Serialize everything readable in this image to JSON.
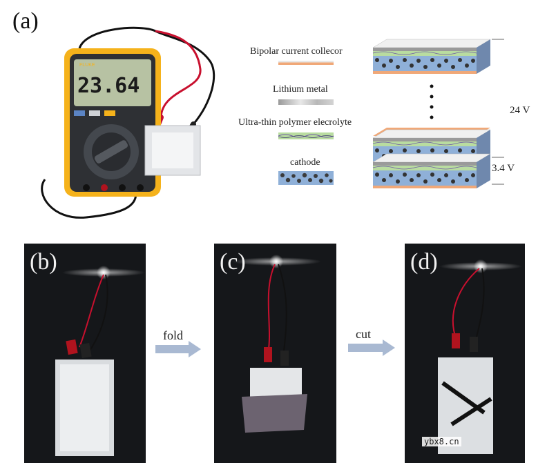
{
  "panels": {
    "a": "(a)",
    "b": "(b)",
    "c": "(c)",
    "d": "(d)"
  },
  "multimeter": {
    "brand": "FLUKE",
    "reading": "23.64"
  },
  "legend": {
    "bipolar": "Bipolar current collecor",
    "lithium": "Lithium metal",
    "electrolyte": "Ultra-thin polymer elecrolyte",
    "cathode": "cathode"
  },
  "voltages": {
    "total": "24 V",
    "single": "3.4 V"
  },
  "arrows": {
    "fold": "fold",
    "cut": "cut"
  },
  "watermark": "ybx8.cn",
  "colors": {
    "collector_orange": "#f0a878",
    "cathode_blue": "#8fb0d8",
    "electrolyte_green": "#b9dca0",
    "arrow_blue": "#a9b9d2"
  }
}
